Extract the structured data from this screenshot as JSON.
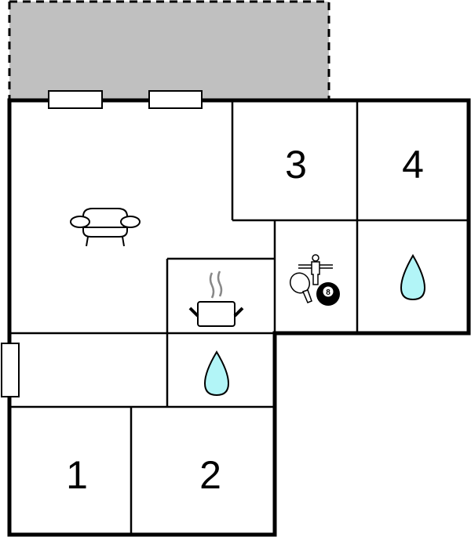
{
  "floorplan": {
    "colors": {
      "wall": "#000000",
      "patio_fill": "#c0c0c0",
      "water_drop_fill": "#b2f5f7",
      "steam": "#888888",
      "background": "#ffffff"
    },
    "rooms": [
      {
        "id": "bedroom-1",
        "label": "1"
      },
      {
        "id": "bedroom-2",
        "label": "2"
      },
      {
        "id": "bedroom-3",
        "label": "3"
      },
      {
        "id": "bedroom-4",
        "label": "4"
      }
    ],
    "icons": [
      {
        "name": "sofa-icon",
        "room": "living-room"
      },
      {
        "name": "cooking-pot-icon",
        "room": "kitchen"
      },
      {
        "name": "table-football-icon",
        "room": "game-area"
      },
      {
        "name": "table-tennis-paddle-icon",
        "room": "game-area"
      },
      {
        "name": "billiard-8-ball-icon",
        "room": "game-area",
        "text": "8"
      },
      {
        "name": "water-drop-icon",
        "room": "bathroom-upper"
      },
      {
        "name": "water-drop-icon",
        "room": "bathroom-lower"
      }
    ],
    "ball_number": "8"
  }
}
